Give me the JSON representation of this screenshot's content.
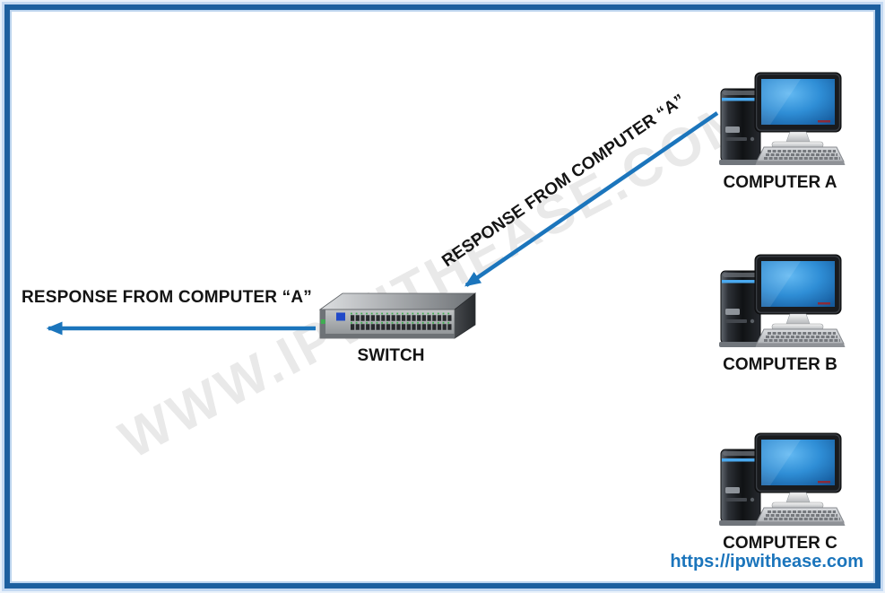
{
  "diagram": {
    "watermark": "WWW.IPWITHEASE.COM",
    "website_url": "https://ipwithease.com",
    "nodes": {
      "switch": {
        "label": "SWITCH",
        "icon": "network-switch-icon"
      },
      "computer_a": {
        "label": "COMPUTER A",
        "icon": "desktop-computer-icon"
      },
      "computer_b": {
        "label": "COMPUTER B",
        "icon": "desktop-computer-icon"
      },
      "computer_c": {
        "label": "COMPUTER C",
        "icon": "desktop-computer-icon"
      }
    },
    "arrows": {
      "computer_a_to_switch": {
        "label": "RESPONSE FROM COMPUTER “A”"
      },
      "switch_to_left_edge": {
        "label": "RESPONSE FROM COMPUTER “A”"
      }
    },
    "colors": {
      "arrow_blue": "#1b75bc",
      "link_blue": "#1b75bc",
      "frame_dark_blue": "#1c5f9f",
      "frame_light_blue": "#c3d8f1",
      "watermark_gray": "#e9e9e9",
      "label_black": "#141414"
    }
  }
}
